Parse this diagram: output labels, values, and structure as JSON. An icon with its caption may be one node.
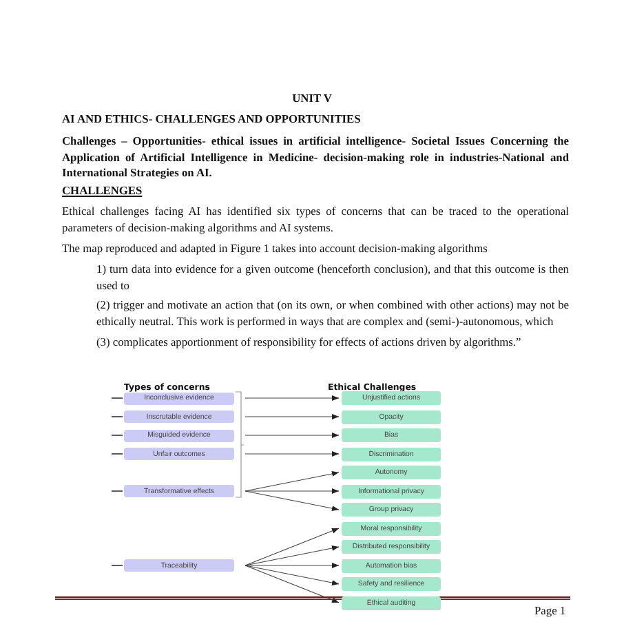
{
  "diagram": {
    "title": "UNIT V",
    "nodes": [
      {
        "text": [
          "Inconclusive evidence"
        ]
      },
      {
        "text": [
          "Inscrutable evidence"
        ]
      },
      {
        "text": [
          "Misguided evidence"
        ]
      },
      {
        "text": [
          "Unfair outcomes"
        ]
      },
      {
        "text": [
          "Transformative effects"
        ]
      },
      {
        "text": [
          "Traceability"
        ]
      },
      {
        "text": [
          "Unjustified actions"
        ]
      },
      {
        "text": [
          "Opacity"
        ]
      },
      {
        "text": [
          "Bias"
        ]
      },
      {
        "text": [
          "Discrimination"
        ]
      },
      {
        "text": [
          "Autonomy"
        ]
      },
      {
        "text": [
          "Informational privacy"
        ]
      },
      {
        "text": [
          "Group privacy"
        ]
      },
      {
        "text": [
          "Moral responsibility"
        ]
      },
      {
        "text": [
          "Distributed responsibility"
        ]
      },
      {
        "text": [
          "Automation bias"
        ]
      },
      {
        "text": [
          "Safety and resilience"
        ]
      },
      {
        "text": [
          "Ethical auditing"
        ]
      }
    ],
    "edges": [
      {
        "from": 0,
        "to": 6,
        "arrow": "to"
      },
      {
        "from": 1,
        "to": 7,
        "arrow": "to"
      },
      {
        "from": 2,
        "to": 8,
        "arrow": "to"
      },
      {
        "from": 3,
        "to": 9,
        "arrow": "to"
      },
      {
        "from": 4,
        "to": 10,
        "arrow": "to"
      },
      {
        "from": 4,
        "to": 11,
        "arrow": "to"
      },
      {
        "from": 4,
        "to": 12,
        "arrow": "to"
      },
      {
        "from": 5,
        "to": 13,
        "arrow": "to"
      },
      {
        "from": 5,
        "to": 14,
        "arrow": "to"
      },
      {
        "from": 5,
        "to": 15,
        "arrow": "to"
      },
      {
        "from": 5,
        "to": 16,
        "arrow": "to"
      },
      {
        "from": 5,
        "to": 17,
        "arrow": "to"
      }
    ],
    "labels": [
      "AI AND ETHICS- CHALLENGES AND OPPORTUNITIES",
      "Challenges – Opportunities- ethical issues in artificial intelligence- Societal Issues Concerning the Application of Artificial Intelligence in Medicine- decision-making role in industries-National and International Strategies on AI.",
      "CHALLENGES",
      "Ethical challenges facing AI has identified six types of concerns that can be traced to the operational parameters of decision-making algorithms and AI systems.",
      "The map reproduced and adapted in Figure 1 takes into account decision-making algorithms",
      "1) turn data into evidence for a given outcome (henceforth conclusion), and that this outcome is then used to",
      "(2) trigger and motivate an action that (on its own, or when combined with other actions) may not be ethically neutral. This work is performed in ways that are complex and (semi-)-autonomous, which",
      "(3) complicates apportionment of responsibility for effects of actions driven by algorithms.”",
      "Types of concerns",
      "Ethical Challenges",
      "Page 1"
    ]
  }
}
